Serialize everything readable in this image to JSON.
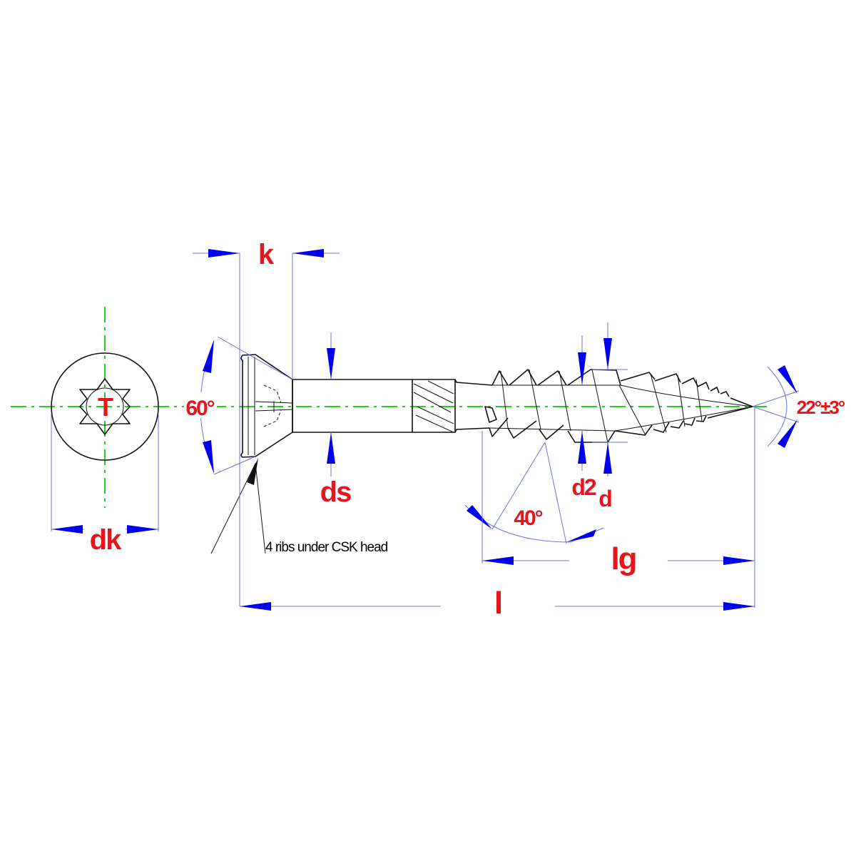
{
  "labels": {
    "k": "k",
    "ds": "ds",
    "dk": "dk",
    "d2": "d2",
    "d": "d",
    "lg": "lg",
    "l": "l",
    "T": "T",
    "angle_head": "60°",
    "angle_thread": "40°",
    "angle_point": "22°±3°"
  },
  "notes": {
    "ribs": "4 ribs under CSK head"
  },
  "colors": {
    "label": "#e8141c",
    "dimension_line": "#6c72e6",
    "arrow": "#0000ee",
    "center_line": "#22cc22",
    "part_outline": "#111111"
  }
}
